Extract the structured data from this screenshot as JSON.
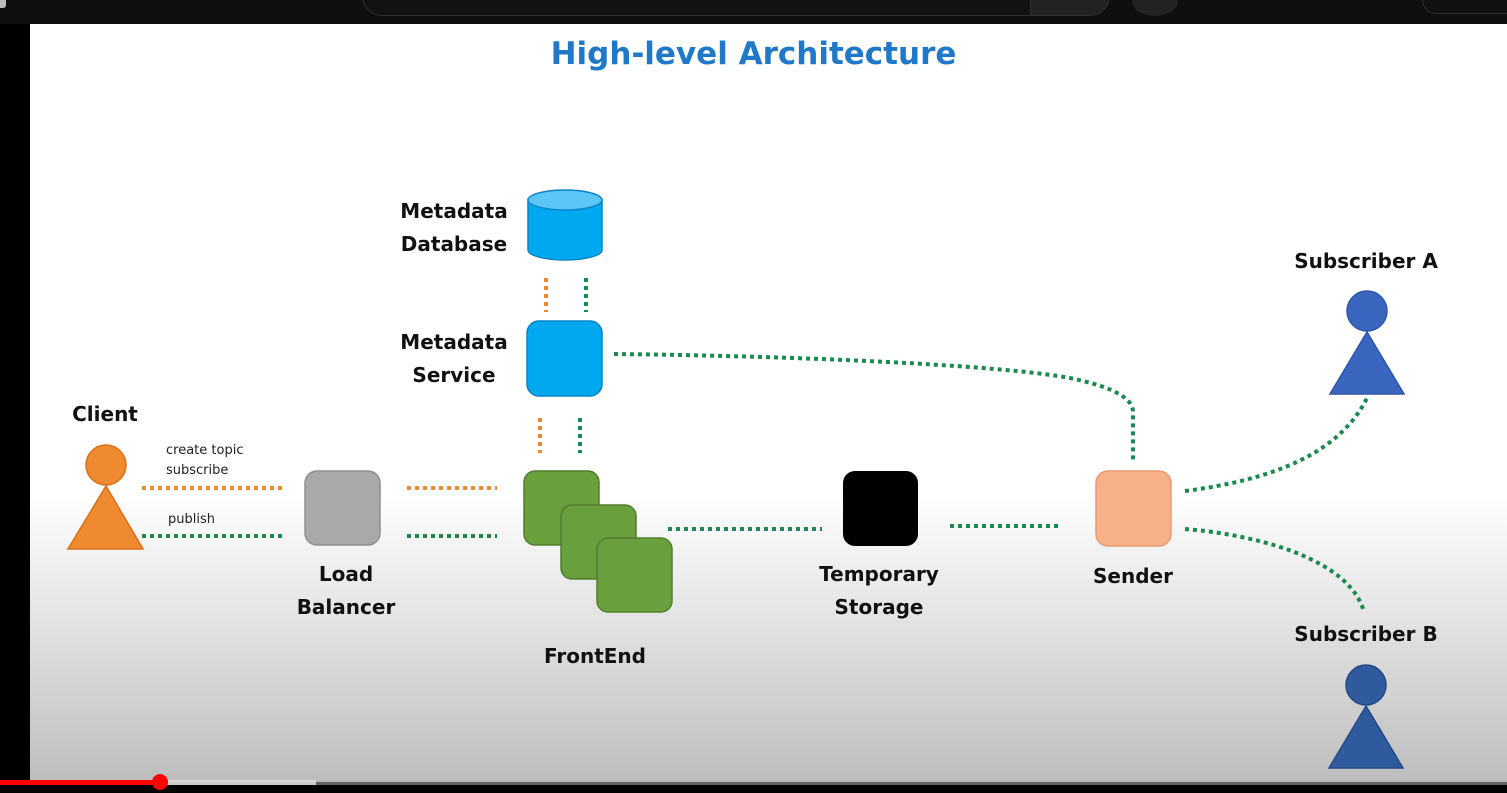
{
  "diagram": {
    "title": "High-level Architecture",
    "nodes": {
      "client": "Client",
      "load_balancer": "Load Balancer",
      "frontend": "FrontEnd",
      "metadata_service": "Metadata Service",
      "metadata_database": "Metadata Database",
      "temporary_storage": "Temporary Storage",
      "sender": "Sender",
      "subscriber_a": "Subscriber A",
      "subscriber_b": "Subscriber B"
    },
    "edge_labels": {
      "create_topic": "create topic",
      "subscribe": "subscribe",
      "publish": "publish"
    },
    "colors": {
      "title": "#1f78c8",
      "client": "#f08a30",
      "load_balancer": "#a9a9a9",
      "frontend": "#6a9f3e",
      "metadata": "#00a8f0",
      "storage": "#000000",
      "sender": "#f8b08a",
      "subscriber": "#3a66c0",
      "orange_connector": "#f08a30",
      "green_connector": "#1b8a4e"
    }
  },
  "player": {
    "progress_played": 0.106,
    "progress_buffered": 0.21
  }
}
